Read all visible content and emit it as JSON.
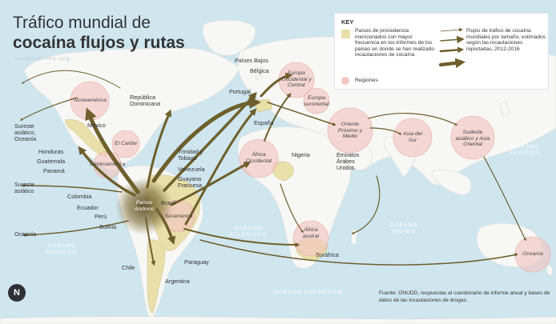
{
  "title": {
    "line1": "Tráfico mundial de",
    "line2": "cocaína flujos y rutas"
  },
  "site": "insightcrime.org",
  "key": {
    "heading": "KEY",
    "countries_text": "Países de procedencia mencionados con mayor frecuencia en los informes de los países en donde se han realizado incautaciones de cocaína",
    "flows_text": "Flujos de tráfico de cocaína mundiales por tamaño, estimados según las incautaciones reportadas, 2012-2016",
    "regions_text": "Regiones"
  },
  "source_text": "Fuente: ONUDD, respuestas al cuestionario de informe anual y bases de datos de las incautaciones de drogas.",
  "compass_label": "N",
  "colors": {
    "ocean": "#cfe6ef",
    "land": "#f7f7f5",
    "highlight": "#e9dfa8",
    "region": "#f3c6c2",
    "flow": "#6e5f2c"
  },
  "labels": {
    "paises_bajos": "Países Bajos",
    "belgica": "Bélgica",
    "portugal": "Portugal",
    "espana": "España",
    "republica_dominicana": "República Dominicana",
    "mexico": "México",
    "sureste_oceania": "Sureste asiático, Oceanía",
    "honduras": "Honduras",
    "guatemala": "Guatemala",
    "panama": "Panamá",
    "sureste_asiatico": "Sureste asiático",
    "colombia": "Colombia",
    "ecuador": "Ecuador",
    "peru": "Perú",
    "bolivia": "Bolivia",
    "oceania_left": "Oceanía",
    "chile": "Chile",
    "argentina": "Argentina",
    "paraguay": "Paraguay",
    "brasil": "Brasil",
    "trinidad": "Trinidad y Tobago",
    "venezuela": "Venezuela",
    "guayana": "Guayana Francesa",
    "nigeria": "Nigeria",
    "emiratos": "Emiratos Árabes Unidos",
    "sudafrica": "Suráfrica"
  },
  "regions": {
    "norteamerica": "Norteamérica",
    "el_caribe": "El Caribe",
    "centroamerica": "Centroamérica",
    "paises_andinos": "Países Andinos",
    "suramerica": "Suramérica",
    "europa_occ": "Europa Occidental y Central",
    "europa_sur": "Europa suroriental",
    "africa_occ": "África Occidental",
    "oriente": "Oriente Próximo y Medio",
    "asia_sur": "Asia del Sur",
    "sudeste_asia": "Sudeste asiático y Asia Oriental",
    "africa_austral": "África austral",
    "oceania": "Oceanía"
  },
  "oceans": {
    "atlantico": "OCÉANO ATLÁNTICO",
    "pacifico_left": "OCÉANO PACÍFICO",
    "pacifico_right": "OCÉANO PACÍFICO",
    "indico": "OCÉANO ÍNDICO",
    "antartico": "OCÉANO ANTÁRTICO"
  }
}
